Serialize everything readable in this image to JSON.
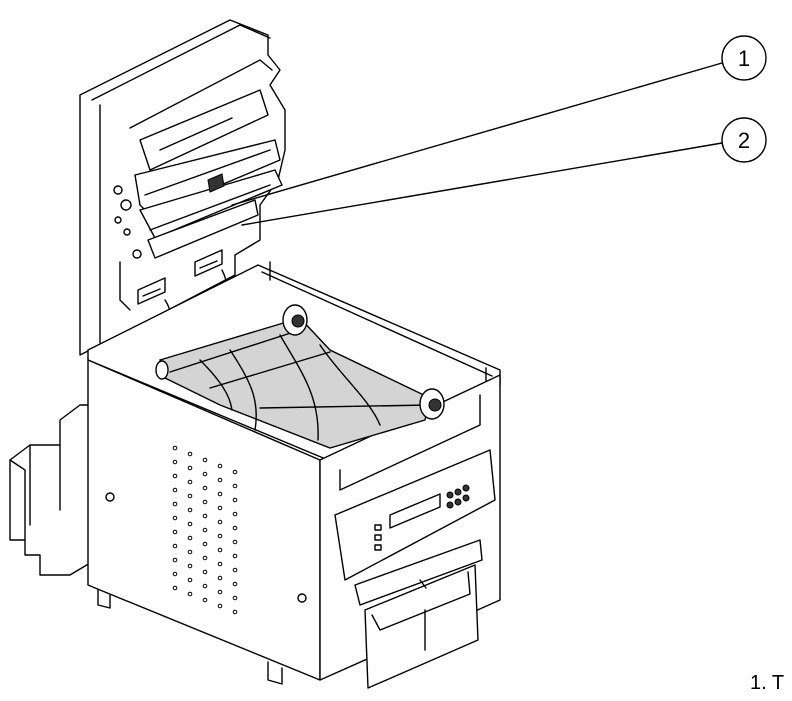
{
  "diagram": {
    "callouts": [
      {
        "id": "1",
        "label": "1"
      },
      {
        "id": "2",
        "label": "2"
      }
    ],
    "caption": "1. T",
    "colors": {
      "line": "#000000",
      "ribbon": "#d4d4d4",
      "background": "#ffffff"
    }
  }
}
